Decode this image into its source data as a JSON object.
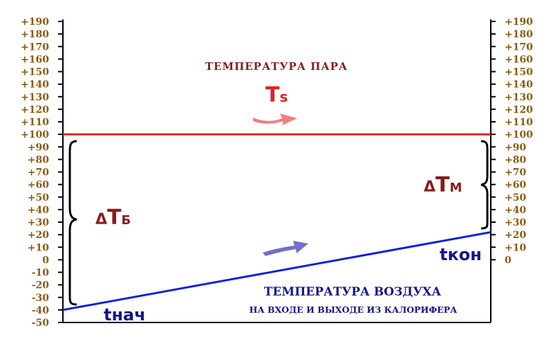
{
  "colors": {
    "tick_label": "#8a5a12",
    "steam": "#e02020",
    "air": "#1020e0",
    "steam_title": "#8b1a1a",
    "air_title": "#15158a",
    "delta": "#8b1a1a",
    "steam_arrow": "#f08080",
    "air_arrow": "#7070c8",
    "frame": "#000000"
  },
  "axis": {
    "left_ticks": [
      "+190",
      "+180",
      "+170",
      "+160",
      "+150",
      "+140",
      "+130",
      "+120",
      "+110",
      "+100",
      "+90",
      "+80",
      "+70",
      "+60",
      "+50",
      "+40",
      "+30",
      "+20",
      "+10",
      "0",
      "-10",
      "-20",
      "-30",
      "-40",
      "-50"
    ],
    "right_ticks": [
      "+190",
      "+180",
      "+170",
      "+160",
      "+150",
      "+140",
      "+130",
      "+120",
      "+110",
      "+100",
      "+90",
      "+80",
      "+70",
      "+60",
      "+50",
      "+40",
      "+30",
      "+20",
      "+10",
      "0"
    ]
  },
  "steam": {
    "title": "ТЕМПЕРАТУРА ПАРА",
    "symbol_main": "T",
    "symbol_sub": "s",
    "temperature": 100
  },
  "air": {
    "title": "ТЕМПЕРАТУРА ВОЗДУХА",
    "subtitle": "НА ВХОДЕ И ВЫХОДЕ ИЗ КАЛОРИФЕРА",
    "start_label": "tнач",
    "end_label": "tкон",
    "t_start": -40,
    "t_end": 22
  },
  "delta_large": {
    "delta": "Δ",
    "main": "T",
    "sub": "Б"
  },
  "delta_small": {
    "delta": "Δ",
    "main": "T",
    "sub": "М"
  }
}
